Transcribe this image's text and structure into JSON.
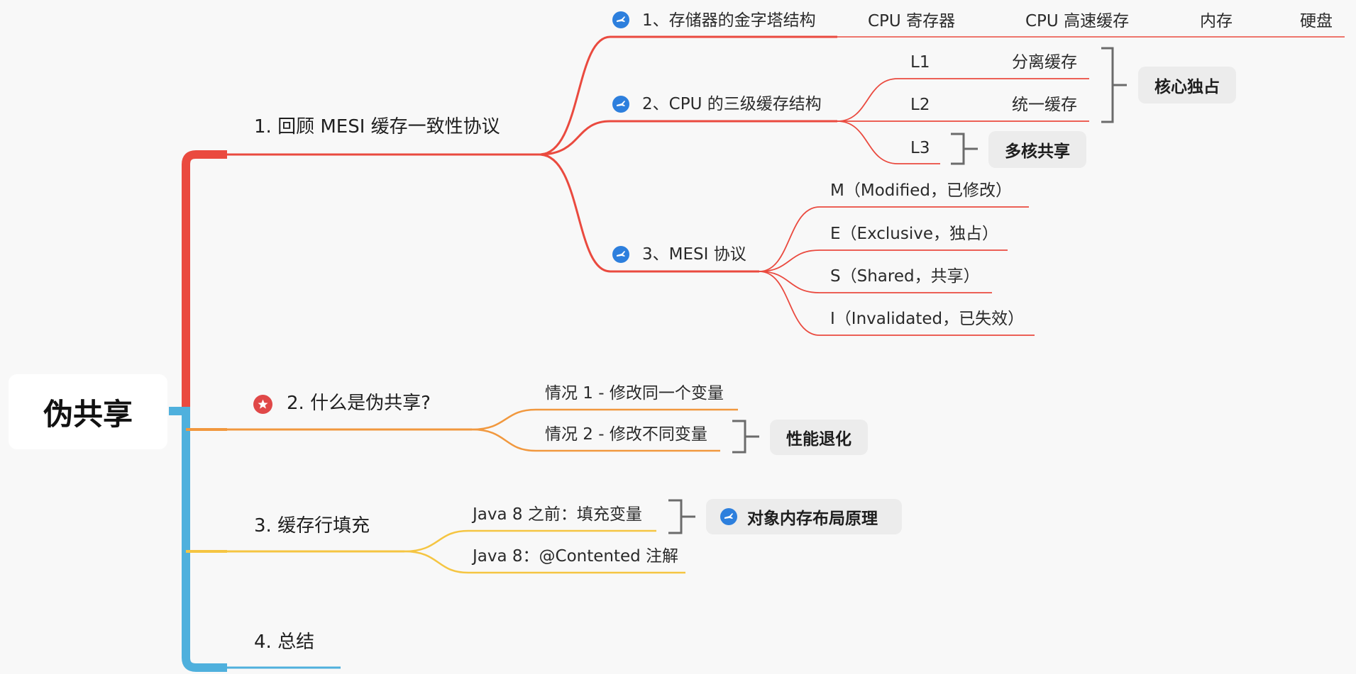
{
  "root": {
    "label": "伪共享"
  },
  "colors": {
    "red": "#ea4a3f",
    "orange": "#f1983e",
    "yellow": "#f5c542",
    "blue": "#4fb0dd",
    "bracket": "#6b6b6b",
    "task_icon": "#2d7fdd",
    "star_icon": "#e04848"
  },
  "branch1": {
    "label": "1. 回顾 MESI 缓存一致性协议",
    "pyramid": {
      "label": "1、存储器的金字塔结构",
      "chain": [
        "CPU 寄存器",
        "CPU 高速缓存",
        "内存",
        "硬盘"
      ]
    },
    "cpu_cache": {
      "label": "2、CPU 的三级缓存结构",
      "l1": {
        "label": "L1",
        "detail": "分离缓存"
      },
      "l2": {
        "label": "L2",
        "detail": "统一缓存"
      },
      "l3": {
        "label": "L3"
      },
      "summary_core": "核心独占",
      "summary_shared": "多核共享"
    },
    "mesi": {
      "label": "3、MESI 协议",
      "states": [
        "M（Modified，已修改）",
        "E（Exclusive，独占）",
        "S（Shared，共享）",
        "I（Invalidated，已失效）"
      ]
    }
  },
  "branch2": {
    "label": "2. 什么是伪共享?",
    "case1": "情况 1 - 修改同一个变量",
    "case2": "情况 2 - 修改不同变量",
    "summary": "性能退化"
  },
  "branch3": {
    "label": "3. 缓存行填充",
    "before_java8": "Java 8 之前：填充变量",
    "java8": "Java 8：@Contented 注解",
    "summary": "对象内存布局原理"
  },
  "branch4": {
    "label": "4. 总结"
  }
}
